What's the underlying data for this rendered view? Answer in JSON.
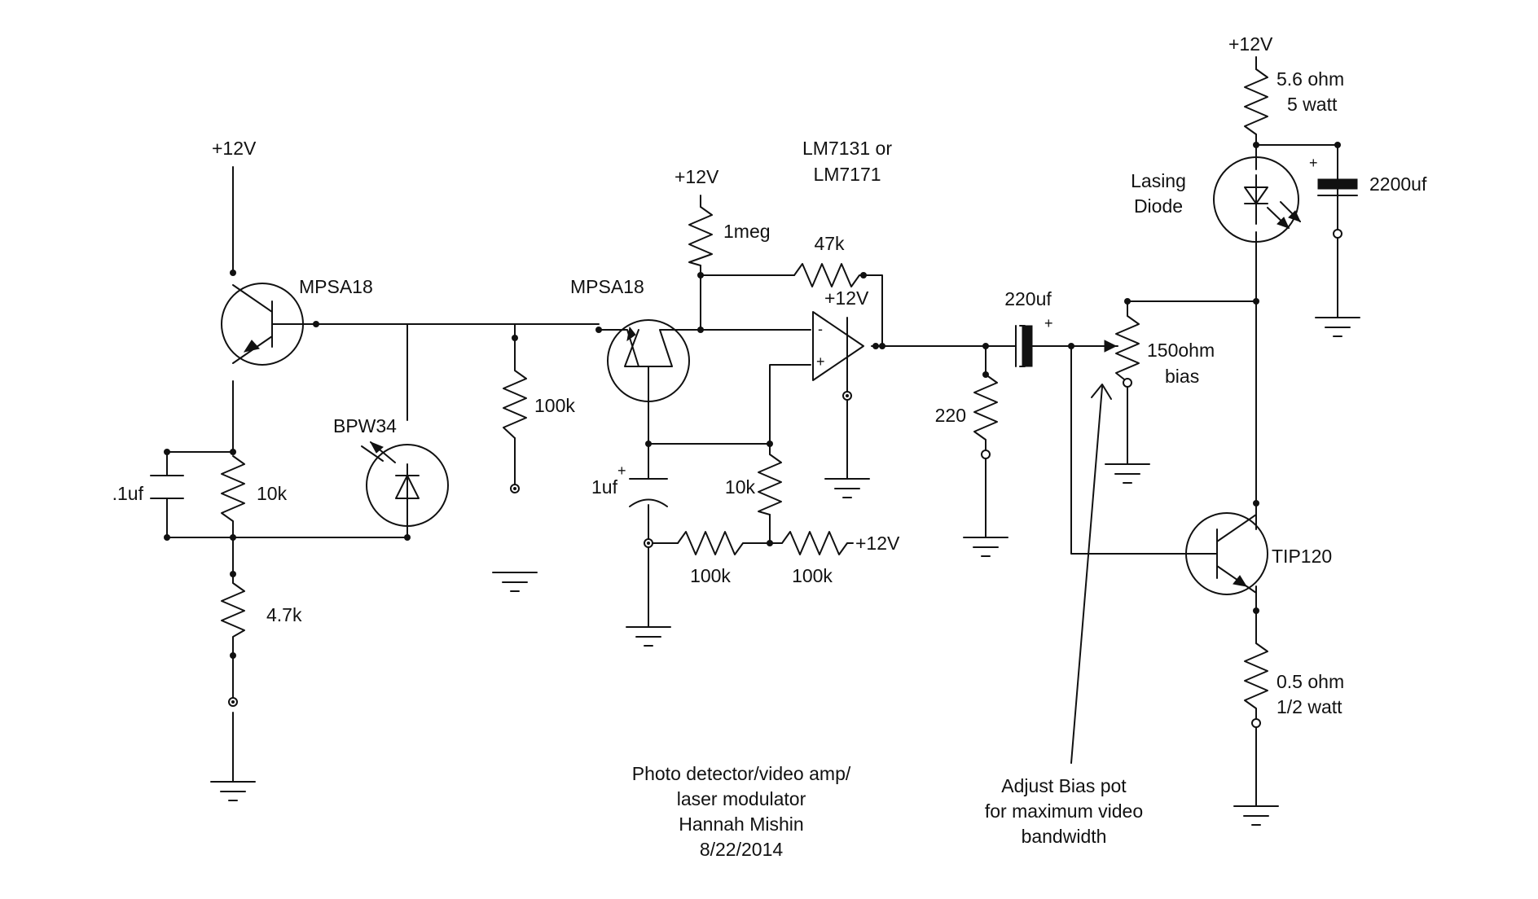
{
  "labels": {
    "vcc_q1": "+12V",
    "vcc_1meg": "+12V",
    "vcc_opamp": "+12V",
    "vcc_divider": "+12V",
    "vcc_laser": "+12V",
    "q1_name": "MPSA18",
    "q2_name": "MPSA18",
    "q3_name": "TIP120",
    "photodiode": "BPW34",
    "opamp_name_1": "LM7131 or",
    "opamp_name_2": "LM7171",
    "laser_1": "Lasing",
    "laser_2": "Diode",
    "r_10k_q1": "10k",
    "r_4k7": "4.7k",
    "r_100k_base": "100k",
    "r_1meg": "1meg",
    "r_47k": "47k",
    "r_10k_bias": "10k",
    "r_100k_a": "100k",
    "r_100k_b": "100k",
    "r_220": "220",
    "r_56_1": "5.6 ohm",
    "r_56_2": "5 watt",
    "r_05_1": "0.5 ohm",
    "r_05_2": "1/2 watt",
    "pot_1": "150ohm",
    "pot_2": "bias",
    "c_01uf": ".1uf",
    "c_1uf": "1uf",
    "c_220uf": "220uf",
    "c_2200uf": "2200uf",
    "note_1": "Adjust Bias pot",
    "note_2": "for maximum video",
    "note_3": "bandwidth",
    "credit_1": "Photo detector/video amp/",
    "credit_2": "laser modulator",
    "credit_3": "Hannah Mishin",
    "credit_4": "8/22/2014"
  }
}
